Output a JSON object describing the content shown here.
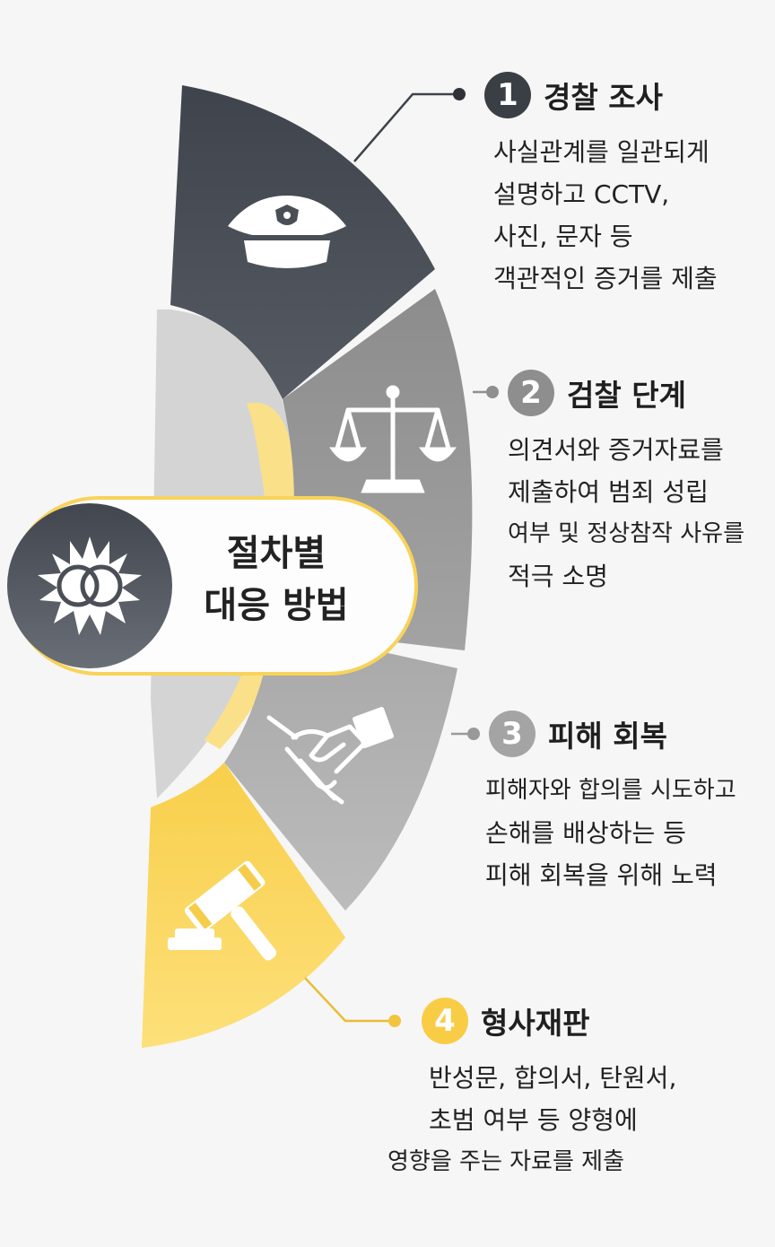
{
  "center": {
    "title_line1": "절차별",
    "title_line2": "대응 방법"
  },
  "icons": {
    "center": "burst-icon",
    "step1": "police-cap-icon",
    "step2": "scales-icon",
    "step3": "handshake-icon",
    "step4": "gavel-icon"
  },
  "colors": {
    "step1": "#4a4f57",
    "step2": "#9a9a9a",
    "step3": "#b4b4b4",
    "step4": "#fcd65a",
    "accent_yellow": "#f7cf4d"
  },
  "steps": [
    {
      "number": "1",
      "title": "경찰 조사",
      "lines": [
        "사실관계를 일관되게",
        "설명하고 CCTV,",
        "사진, 문자 등",
        "객관적인 증거를 제출"
      ]
    },
    {
      "number": "2",
      "title": "검찰 단계",
      "lines": [
        "의견서와 증거자료를",
        "제출하여 범죄 성립",
        "여부 및 정상참작 사유를",
        "적극 소명"
      ]
    },
    {
      "number": "3",
      "title": "피해 회복",
      "lines": [
        "피해자와 합의를 시도하고",
        "손해를 배상하는 등",
        "피해 회복을 위해 노력"
      ]
    },
    {
      "number": "4",
      "title": "형사재판",
      "lines": [
        "반성문, 합의서, 탄원서,",
        "초범 여부 등 양형에",
        "영향을 주는 자료를 제출"
      ]
    }
  ]
}
